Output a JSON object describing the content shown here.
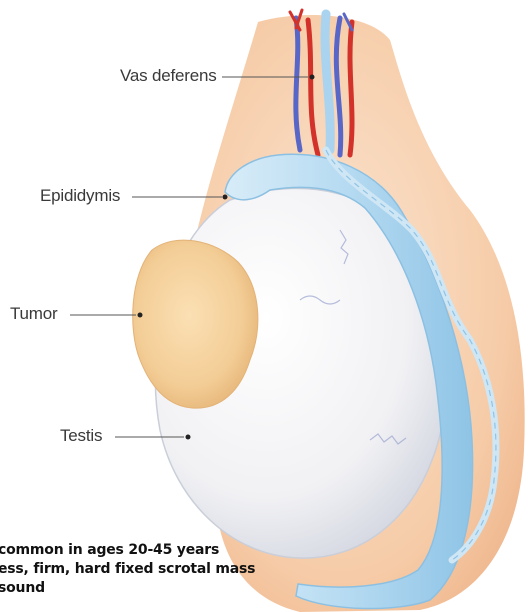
{
  "labels": {
    "vas_deferens": "Vas deferens",
    "epididymis": "Epididymis",
    "tumor": "Tumor",
    "testis": "Testis"
  },
  "caption": {
    "line1": "common in ages 20-45 years",
    "line2": "ess, firm, hard fixed scrotal mass",
    "line3": "sound"
  },
  "colors": {
    "scrotum": "#f4c9a6",
    "epididymis": "#b9dcf2",
    "testis": "#f3f3f6",
    "tumor": "#f2cf98",
    "artery": "#d2322a",
    "vein": "#5866c8",
    "label_text": "#3a3a3a"
  }
}
